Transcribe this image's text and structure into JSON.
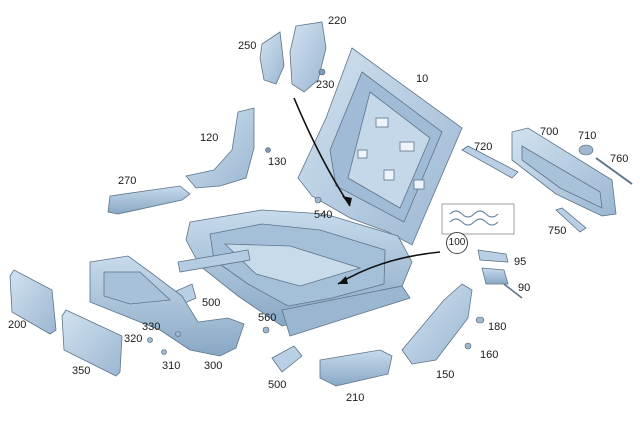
{
  "part_labels": {
    "p10": "10",
    "p90": "90",
    "p95": "95",
    "p100": "100",
    "p120": "120",
    "p130": "130",
    "p150": "150",
    "p160": "160",
    "p180": "180",
    "p200": "200",
    "p210": "210",
    "p220": "220",
    "p230": "230",
    "p250": "250",
    "p270": "270",
    "p300": "300",
    "p310": "310",
    "p320": "320",
    "p330": "330",
    "p350": "350",
    "p500a": "500",
    "p500b": "500",
    "p540": "540",
    "p560": "560",
    "p700": "700",
    "p710": "710",
    "p720": "720",
    "p750": "750",
    "p760": "760"
  },
  "colors": {
    "part_fill": "#b9cfe3",
    "part_shade": "#8eacc8",
    "part_stroke": "#5d7489",
    "leader": "#111111"
  }
}
